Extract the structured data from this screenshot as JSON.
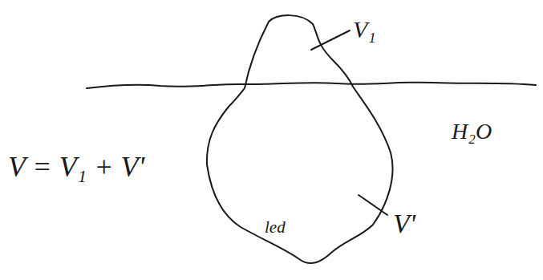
{
  "diagram": {
    "nodes": [
      {
        "text": [
          "led"
        ]
      }
    ],
    "labels": [
      "V₁",
      "V'",
      "H₂O",
      "V = V₁ + V'"
    ]
  }
}
